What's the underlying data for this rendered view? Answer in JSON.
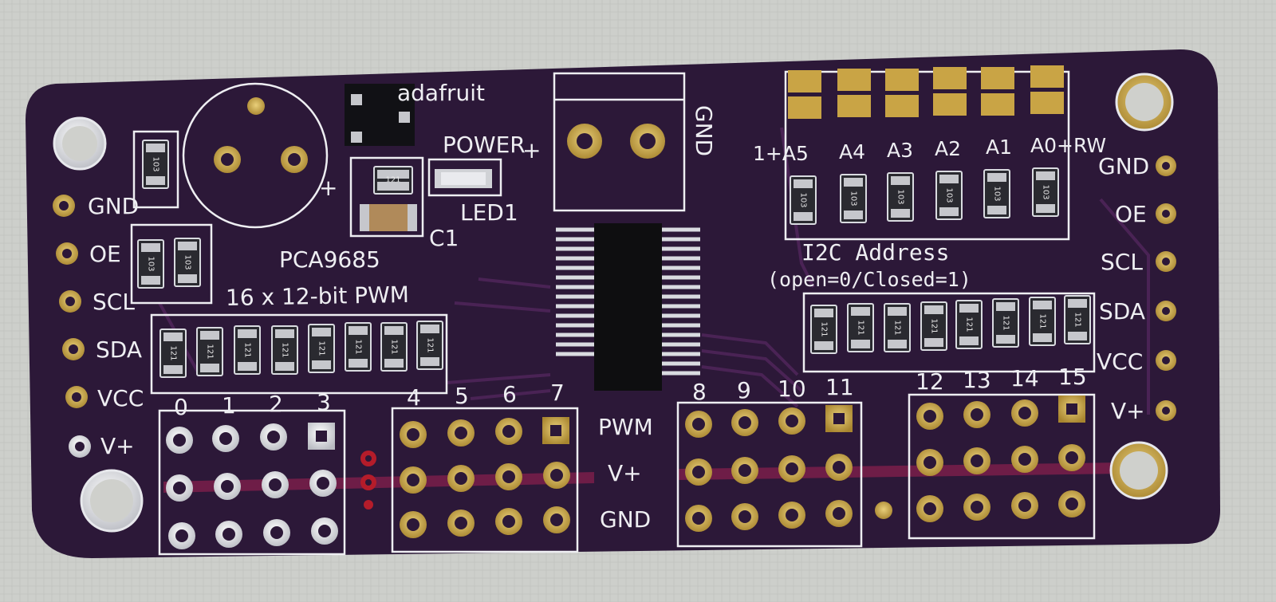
{
  "board": {
    "brand": "adafruit",
    "chip": "PCA9685",
    "subtitle": "16 x 12-bit PWM",
    "power_label": "POWER",
    "led_label": "LED1",
    "cap_label": "C1",
    "gnd_terminal": "GND",
    "polarity_plus": "+",
    "polarity_minus": "+",
    "i2c_title": "I2C Address",
    "i2c_note": "(open=0/Closed=1)",
    "address_bits": [
      "1+A5",
      "A4",
      "A3",
      "A2",
      "A1",
      "A0+RW"
    ],
    "left_pins": [
      "GND",
      "OE",
      "SCL",
      "SDA",
      "VCC",
      "V+"
    ],
    "right_pins": [
      "GND",
      "OE",
      "SCL",
      "SDA",
      "VCC",
      "V+"
    ],
    "channels": [
      "0",
      "1",
      "2",
      "3",
      "4",
      "5",
      "6",
      "7",
      "8",
      "9",
      "10",
      "11",
      "12",
      "13",
      "14",
      "15"
    ],
    "row_labels": [
      "PWM",
      "V+",
      "GND"
    ],
    "resistor_121": "121",
    "resistor_103": "103"
  },
  "colors": {
    "background": "#cfd0cc",
    "pcb": "#2c1838",
    "trace": "#4a2355",
    "silkscreen": "#eeeef2",
    "gold": "#c9a445"
  }
}
